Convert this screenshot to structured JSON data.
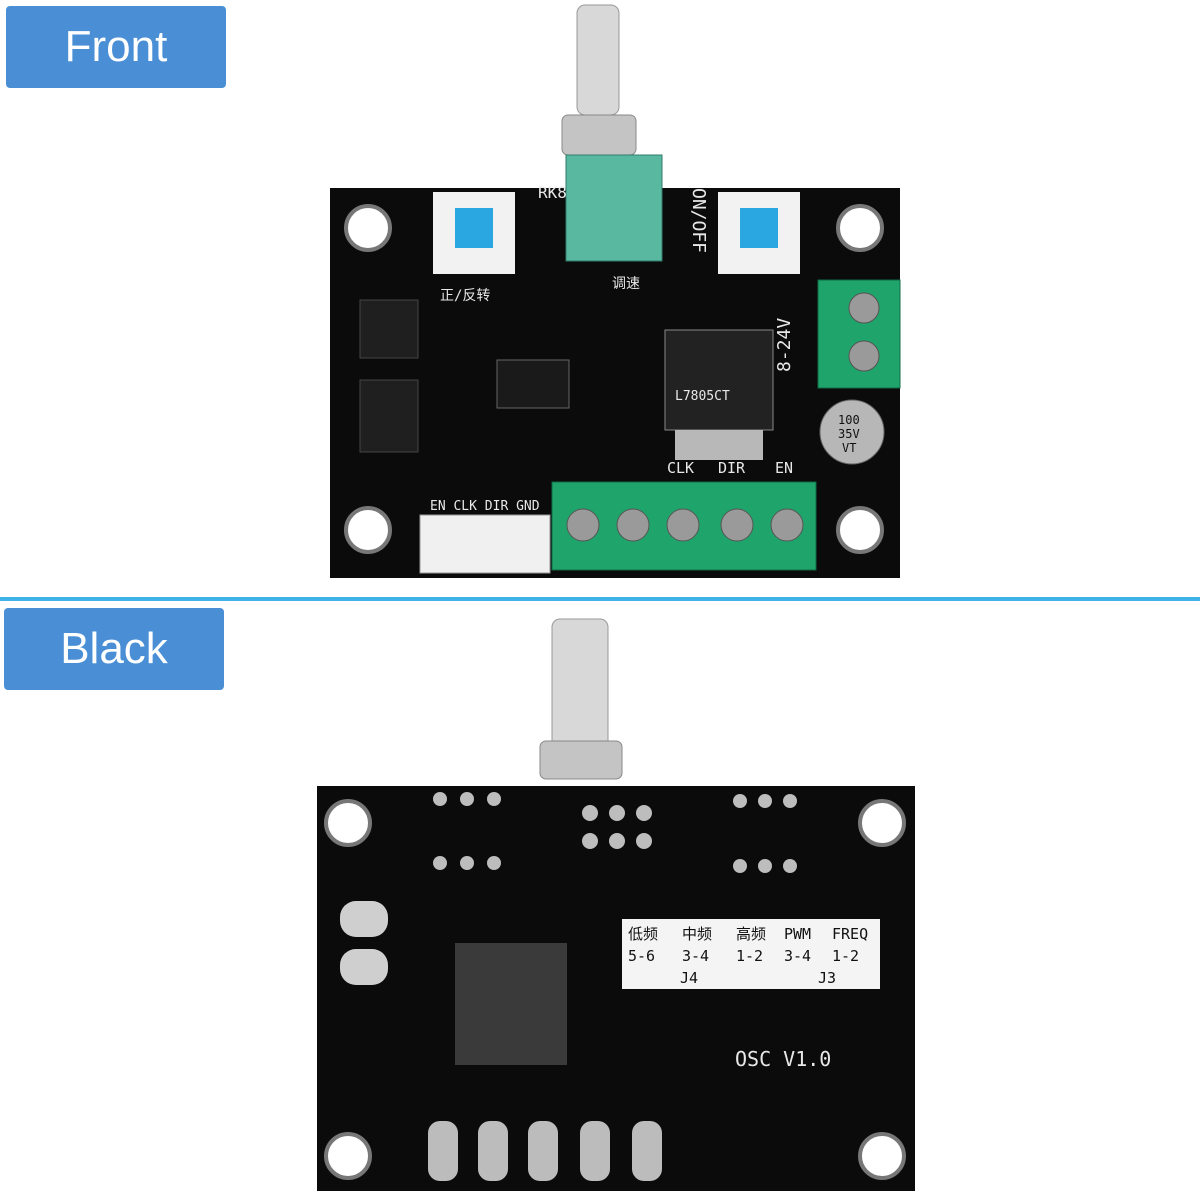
{
  "labels": {
    "front": "Front",
    "back": "Black"
  },
  "front_board": {
    "power": "8-24V",
    "switch": "ON/OFF",
    "pot": "RK8",
    "terminals": [
      "EN",
      "DIR",
      "CLK"
    ],
    "chip": "L7805CT",
    "cap": [
      "100",
      "35V",
      "VT"
    ],
    "connector": "EN CLK DIR GND",
    "speed": "调速",
    "direction": "正/反转"
  },
  "back_board": {
    "title": "OSC V1.0",
    "table_header": [
      "FREQ",
      "PWM",
      "高频",
      "中频",
      "低频"
    ],
    "table_row": [
      "1-2",
      "3-4",
      "1-2",
      "3-4",
      "5-6"
    ],
    "jumpers": [
      "J3",
      "J4"
    ]
  },
  "colors": {
    "label_bg": "#4a8fd6",
    "divider": "#3fb2e8",
    "pcb": "#0b0b0b",
    "terminal": "#1fa56b"
  }
}
